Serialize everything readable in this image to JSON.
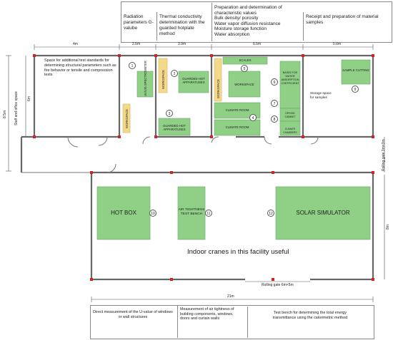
{
  "top_descriptions": [
    {
      "text": "Radiation parameters G-valube"
    },
    {
      "text": "Thermal conductivity determination with the guarded hotplate method"
    },
    {
      "text": "Preparation and determination of characteristic values\nBulk density/ porosity\nWater vapor diffusion resistance\nMoisture storage function\nWater absorption"
    },
    {
      "text": "Receipt and preparation of material samples"
    }
  ],
  "bottom_descriptions": [
    {
      "text": "Direct measurement of the U-value of windows or wall structures"
    },
    {
      "text": "Measurement of air tightness of building components, windows, doors and curtain walls"
    },
    {
      "text": "Test bench for determining the total energy transmittance using the calorimetric method"
    }
  ],
  "dimensions": {
    "top": [
      "4m",
      "2.5m",
      "3.9m",
      "6.5m",
      "5.0m"
    ],
    "left_outer": "8.5m",
    "left_inner": "6m",
    "right_gate": "Rolling gate 3m×3m",
    "right_hall": "8m",
    "bottom_total": "21m",
    "bottom_gate": "Rolling gate 6m×5m"
  },
  "rooms": {
    "staff_office": "Staff and office space",
    "additional_space": "Space for additional test standards for determining structural parameters such as fire behavior or tensile and compression tests",
    "storage": "Storage space for samples",
    "crane_note": "Indoor cranes in this facility useful"
  },
  "equipment": {
    "uv_vis": "UV/VIS SPECTROMETER",
    "workspace_v1": "WORKSPACE",
    "workspace_v2": "WORKSPACE",
    "workspace_v3": "WORKSPACE",
    "workspace_1": "WORKSPACE",
    "guarded_hot_1": "GUARDED HOT APPARATUSES",
    "guarded_hot_2": "GUARDED HOT APPARATUSES",
    "scales": "SCALES",
    "climate_1": "CLIMATE ROOM",
    "climate_2": "CLIMATE ROOM",
    "basin": "BASIN FOR WATER ABSORPTION COEFFICIENT",
    "drying": "DRYING CABINET",
    "climate_chambers": "CLIMATE CHAMBERS",
    "sample_cutting": "SAMPLE CUTTING",
    "hot_box": "HOT BOX",
    "air_tight": "AIR TIGHTNESS TEST BENCH",
    "solar": "SOLAR SIMULATOR"
  },
  "markers": [
    "1",
    "2",
    "3",
    "4",
    "5",
    "6",
    "7",
    "8",
    "9",
    "10",
    "11",
    "12"
  ],
  "colors": {
    "equipment": "#8fcf86",
    "workspace": "#f4d98a",
    "post": "#c9262c"
  }
}
